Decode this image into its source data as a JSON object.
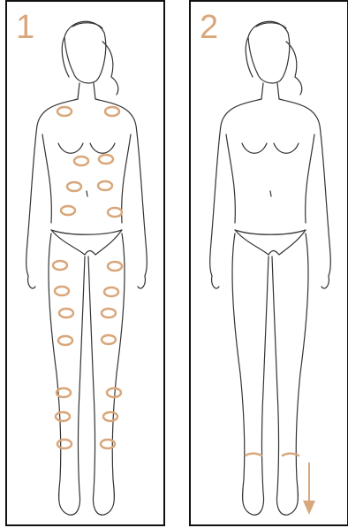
{
  "panels": [
    {
      "number": "1",
      "marker_color": "#d9a77b",
      "markers": [
        [
          71,
          124
        ],
        [
          125,
          124
        ],
        [
          90,
          180
        ],
        [
          118,
          178
        ],
        [
          82,
          209
        ],
        [
          117,
          208
        ],
        [
          75,
          236
        ],
        [
          128,
          238
        ],
        [
          66,
          298
        ],
        [
          128,
          299
        ],
        [
          68,
          327
        ],
        [
          124,
          328
        ],
        [
          73,
          352
        ],
        [
          121,
          352
        ],
        [
          72,
          383
        ],
        [
          121,
          382
        ],
        [
          70,
          442
        ],
        [
          127,
          442
        ],
        [
          69,
          469
        ],
        [
          123,
          469
        ],
        [
          71,
          500
        ],
        [
          120,
          500
        ]
      ]
    },
    {
      "number": "2",
      "marker_color": "#d9a77b",
      "arrow_color": "#d9a77b"
    }
  ]
}
